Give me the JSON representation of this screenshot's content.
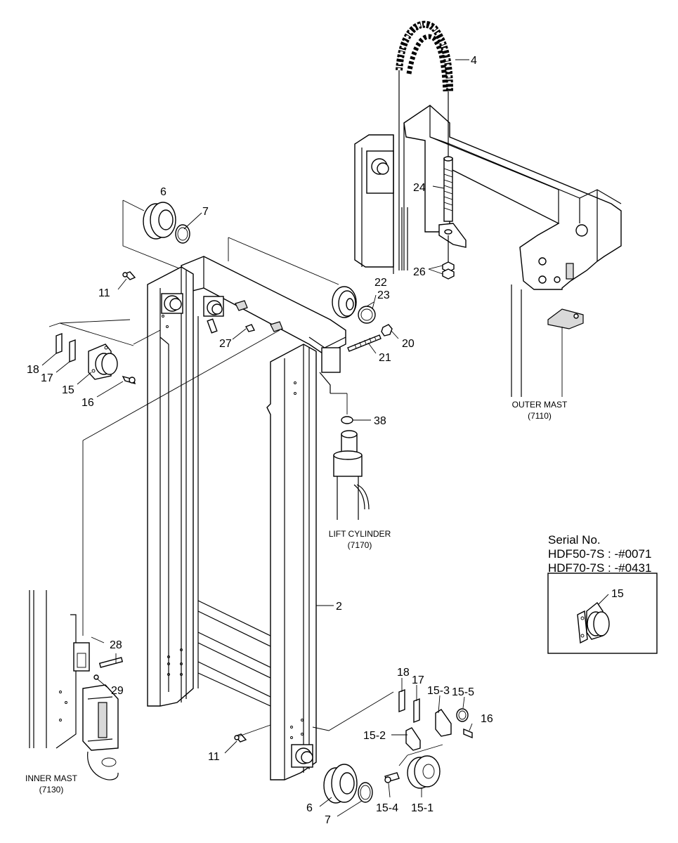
{
  "callouts": {
    "c4": "4",
    "c6a": "6",
    "c7a": "7",
    "c11a": "11",
    "c27": "27",
    "c22": "22",
    "c23": "23",
    "c20": "20",
    "c21": "21",
    "c24": "24",
    "c26": "26",
    "c18a": "18",
    "c17a": "17",
    "c15a": "15",
    "c16a": "16",
    "c38": "38",
    "c2": "2",
    "c28": "28",
    "c29": "29",
    "c11b": "11",
    "c18b": "18",
    "c17b": "17",
    "c15_3": "15-3",
    "c15_5": "15-5",
    "c16b": "16",
    "c15_2": "15-2",
    "c6b": "6",
    "c7b": "7",
    "c15_4": "15-4",
    "c15_1": "15-1",
    "c15_inset": "15"
  },
  "captions": {
    "outer_mast": "OUTER MAST",
    "outer_mast_code": "(7110)",
    "lift_cylinder": "LIFT CYLINDER",
    "lift_cylinder_code": "(7170)",
    "inner_mast": "INNER MAST",
    "inner_mast_code": "(7130)"
  },
  "serial_note": {
    "title": "Serial No.",
    "line1": "HDF50-7S : -#0071",
    "line2": "HDF70-7S : -#0431"
  }
}
